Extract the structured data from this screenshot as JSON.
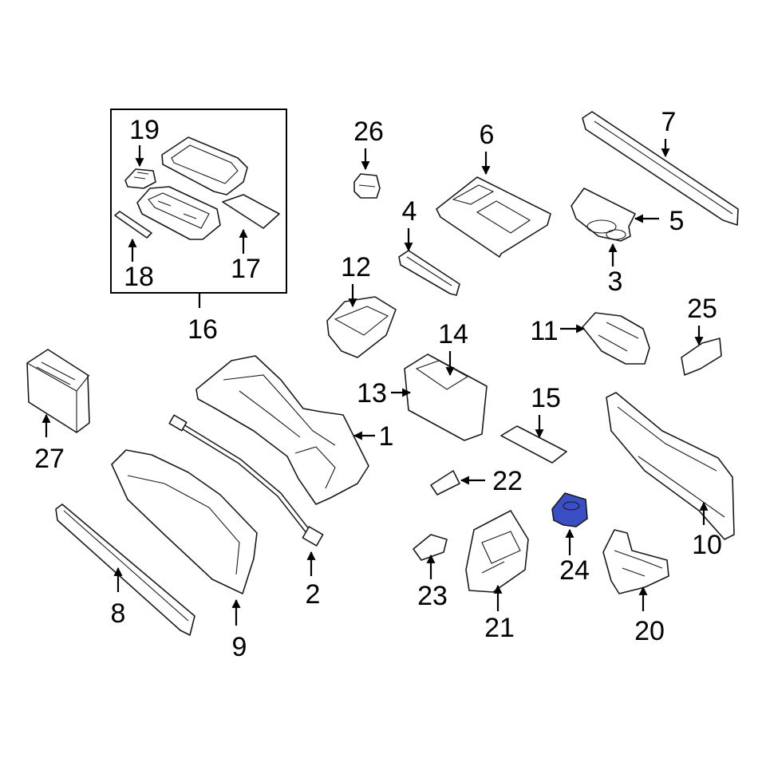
{
  "diagram": {
    "highlight_color": "#3a4fc4",
    "callouts": [
      {
        "id": "1",
        "label": "1"
      },
      {
        "id": "2",
        "label": "2"
      },
      {
        "id": "3",
        "label": "3"
      },
      {
        "id": "4",
        "label": "4"
      },
      {
        "id": "5",
        "label": "5"
      },
      {
        "id": "6",
        "label": "6"
      },
      {
        "id": "7",
        "label": "7"
      },
      {
        "id": "8",
        "label": "8"
      },
      {
        "id": "9",
        "label": "9"
      },
      {
        "id": "10",
        "label": "10"
      },
      {
        "id": "11",
        "label": "11"
      },
      {
        "id": "12",
        "label": "12"
      },
      {
        "id": "13",
        "label": "13"
      },
      {
        "id": "14",
        "label": "14"
      },
      {
        "id": "15",
        "label": "15"
      },
      {
        "id": "16",
        "label": "16"
      },
      {
        "id": "17",
        "label": "17"
      },
      {
        "id": "18",
        "label": "18"
      },
      {
        "id": "19",
        "label": "19"
      },
      {
        "id": "20",
        "label": "20"
      },
      {
        "id": "21",
        "label": "21"
      },
      {
        "id": "22",
        "label": "22"
      },
      {
        "id": "23",
        "label": "23"
      },
      {
        "id": "24",
        "label": "24"
      },
      {
        "id": "25",
        "label": "25"
      },
      {
        "id": "26",
        "label": "26"
      },
      {
        "id": "27",
        "label": "27"
      }
    ],
    "highlighted_part": "24"
  }
}
